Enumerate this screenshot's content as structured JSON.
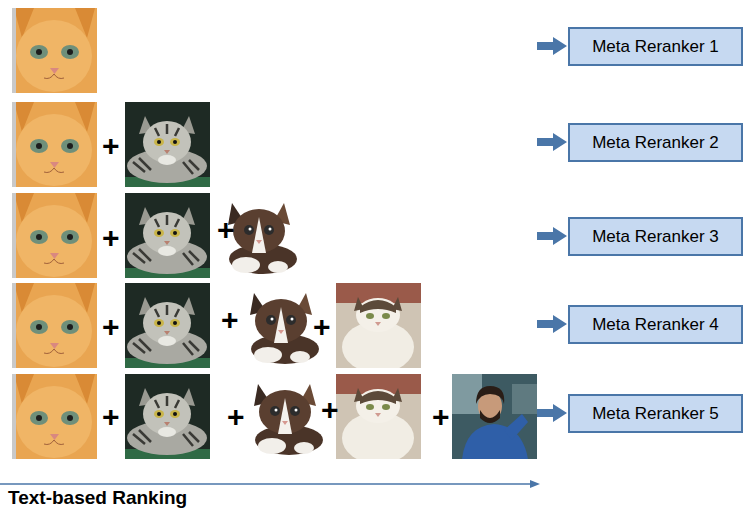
{
  "diagram": {
    "nodes": [
      {
        "text": [
          "Meta Reranker 1"
        ]
      },
      {
        "text": [
          "Meta Reranker 2"
        ]
      },
      {
        "text": [
          "Meta Reranker 3"
        ]
      },
      {
        "text": [
          "Meta Reranker 4"
        ]
      },
      {
        "text": [
          "Meta Reranker 5"
        ]
      }
    ],
    "labels": [
      "+",
      "+",
      "+",
      "+",
      "+",
      "+",
      "+",
      "+",
      "+",
      "+",
      "Text-based Ranking"
    ]
  }
}
